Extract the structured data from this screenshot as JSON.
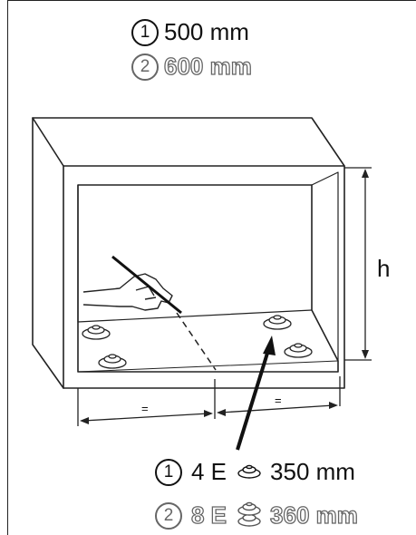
{
  "top_specs": [
    {
      "number": "1",
      "text": "500 mm",
      "style": "solid"
    },
    {
      "number": "2",
      "text": "600 mm",
      "style": "outline"
    }
  ],
  "dimension_labels": {
    "height": "h",
    "left_equal": "=",
    "right_equal": "="
  },
  "bottom_specs": [
    {
      "number": "1",
      "count": "4 E",
      "icon": "single-foot-icon",
      "size": "350 mm",
      "style": "solid"
    },
    {
      "number": "2",
      "count": "8 E",
      "icon": "stacked-feet-icon",
      "size": "360 mm",
      "style": "outline"
    }
  ],
  "colors": {
    "line": "#222222",
    "outline_text": "#666666",
    "background": "#ffffff"
  }
}
